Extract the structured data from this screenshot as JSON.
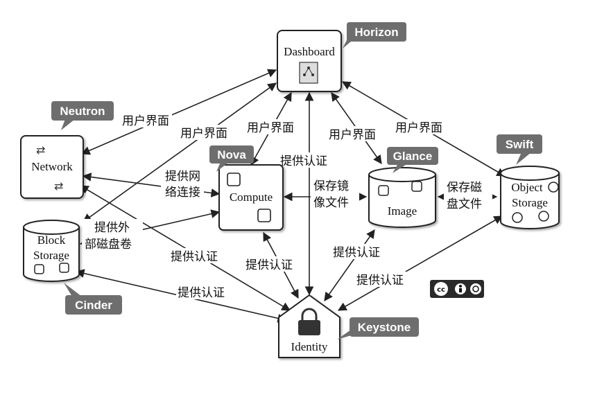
{
  "nodes": {
    "dashboard": "Dashboard",
    "network": "Network",
    "compute": "Compute",
    "image": "Image",
    "object_storage_1": "Object",
    "object_storage_2": "Storage",
    "block_storage_1": "Block",
    "block_storage_2": "Storage",
    "identity": "Identity"
  },
  "projects": {
    "horizon": "Horizon",
    "neutron": "Neutron",
    "nova": "Nova",
    "glance": "Glance",
    "swift": "Swift",
    "cinder": "Cinder",
    "keystone": "Keystone"
  },
  "edge_labels": {
    "ui_network": "用户界面",
    "ui_block": "用户界面",
    "ui_compute": "用户界面",
    "ui_image": "用户界面",
    "ui_swift": "用户界面",
    "auth_dashboard": "提供认证",
    "net_1": "提供网",
    "net_2": "络连接",
    "store_img_1": "保存镜",
    "store_img_2": "像文件",
    "store_disk_1": "保存磁",
    "store_disk_2": "盘文件",
    "ext_vol_1": "提供外",
    "ext_vol_2": "部磁盘卷",
    "auth_network": "提供认证",
    "auth_compute": "提供认证",
    "auth_image": "提供认证",
    "auth_swift": "提供认证",
    "auth_block": "提供认证"
  },
  "colors": {
    "callout_bg": "#6e6e6e",
    "stroke": "#222222",
    "node_fill": "#ffffff",
    "license_bg": "#2a2a2a"
  },
  "license": "cc-by-nc-sa-icon"
}
